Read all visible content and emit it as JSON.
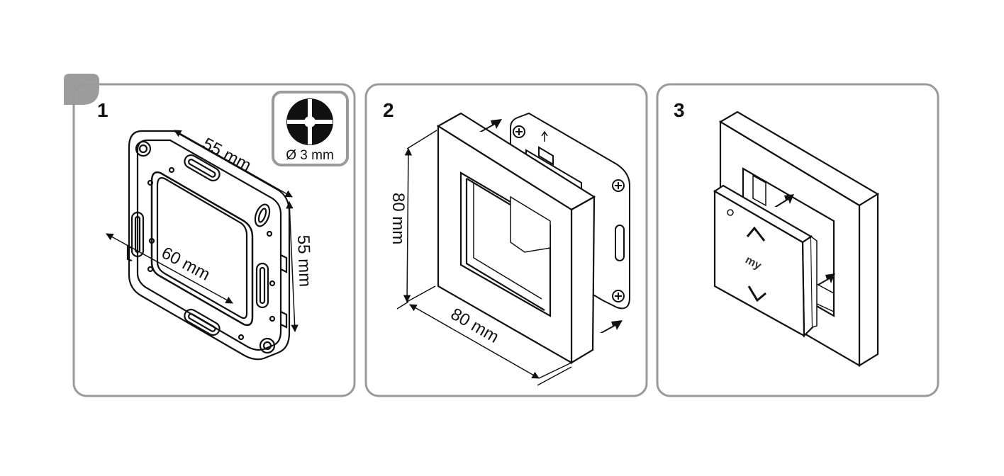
{
  "colors": {
    "panel_border": "#9a9a9a",
    "corner_tab": "#9c9c9c",
    "line": "#111111"
  },
  "steps": [
    {
      "number": "1",
      "dim_width": "55 mm",
      "dim_height": "55 mm",
      "dim_hole_spacing": "60 mm",
      "tool": {
        "icon": "phillips-screw-icon",
        "label": "Ø 3 mm"
      }
    },
    {
      "number": "2",
      "dim_width": "80 mm",
      "dim_height": "80 mm"
    },
    {
      "number": "3",
      "button_label": "my"
    }
  ]
}
